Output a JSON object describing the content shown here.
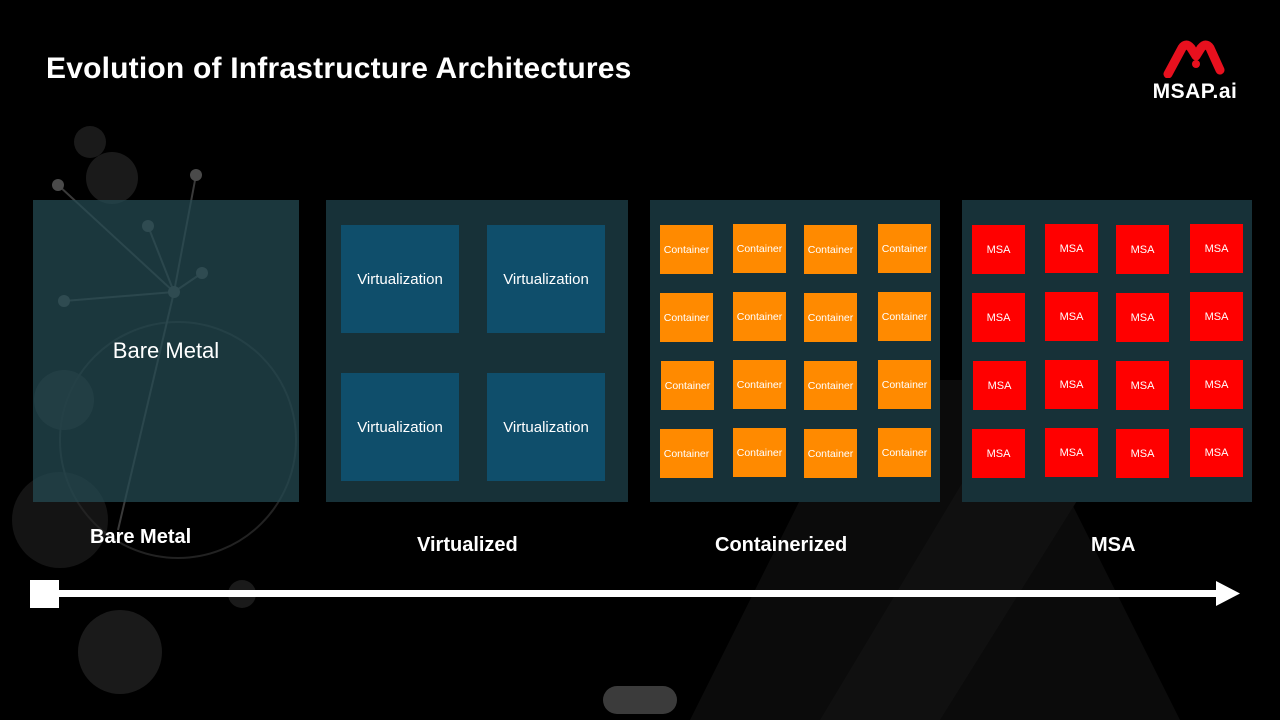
{
  "title": "Evolution of Infrastructure Architectures",
  "logo": {
    "text": "MSAP.ai",
    "mark_color": "#e8101e"
  },
  "colors": {
    "virtualization_box": "#0f4e6b",
    "container_box": "#ff8a00",
    "msa_box": "#ff0000",
    "panel_bg": "#173138"
  },
  "bare_metal_panel": {
    "label": "Bare Metal"
  },
  "virtualized_panel": {
    "boxes": [
      "Virtualization",
      "Virtualization",
      "Virtualization",
      "Virtualization"
    ]
  },
  "containerized_panel": {
    "cells": [
      "Container",
      "Container",
      "Container",
      "Container",
      "Container",
      "Container",
      "Container",
      "Container",
      "Container",
      "Container",
      "Container",
      "Container",
      "Container",
      "Container",
      "Container",
      "Container"
    ]
  },
  "msa_panel": {
    "cells": [
      "MSA",
      "MSA",
      "MSA",
      "MSA",
      "MSA",
      "MSA",
      "MSA",
      "MSA",
      "MSA",
      "MSA",
      "MSA",
      "MSA",
      "MSA",
      "MSA",
      "MSA",
      "MSA"
    ]
  },
  "stages": {
    "bare_metal": "Bare Metal",
    "virtualized": "Virtualized",
    "containerized": "Containerized",
    "msa": "MSA"
  }
}
